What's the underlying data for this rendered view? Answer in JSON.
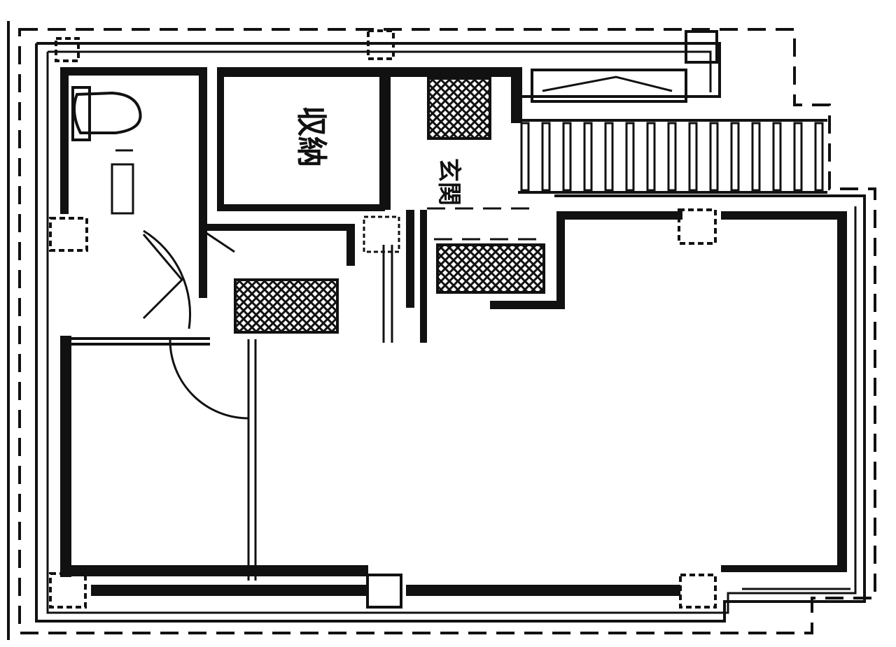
{
  "plan": {
    "room_labels": [
      {
        "id": "storage-room",
        "text": "収納"
      },
      {
        "id": "entrance-room",
        "text": "玄関"
      }
    ],
    "colors": {
      "wall": "#111111",
      "background": "#ffffff"
    }
  }
}
